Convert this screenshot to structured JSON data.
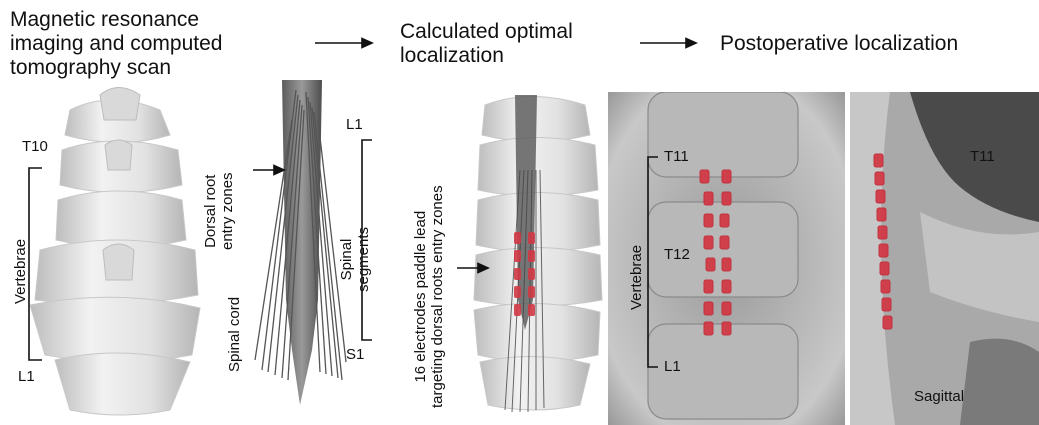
{
  "stages": {
    "imaging": "Magnetic resonance\nimaging and computed\ntomography scan",
    "calculated": "Calculated optimal\nlocalization",
    "postoperative": "Postoperative localization"
  },
  "model_panel": {
    "t10": "T10",
    "l1": "L1",
    "vertebrae": "Vertebrae",
    "dorsal_root": "Dorsal root\nentry zones",
    "spinal_cord": "Spinal cord",
    "l1_segment": "L1",
    "s1_segment": "S1",
    "spinal_segments": "Spinal\nsegments"
  },
  "calculated_panel": {
    "lead_caption": "16 electrodes paddle lead\ntargeting dorsal roots entry zones"
  },
  "xray_ap": {
    "t11": "T11",
    "t12": "T12",
    "l1": "L1",
    "vertebrae": "Vertebrae"
  },
  "xray_sagittal": {
    "t11": "T11",
    "sagittal": "Sagittal"
  },
  "colors": {
    "electrode": "#d23a46",
    "bone": "#e6e6e6",
    "lead": "#6e6e6e"
  }
}
